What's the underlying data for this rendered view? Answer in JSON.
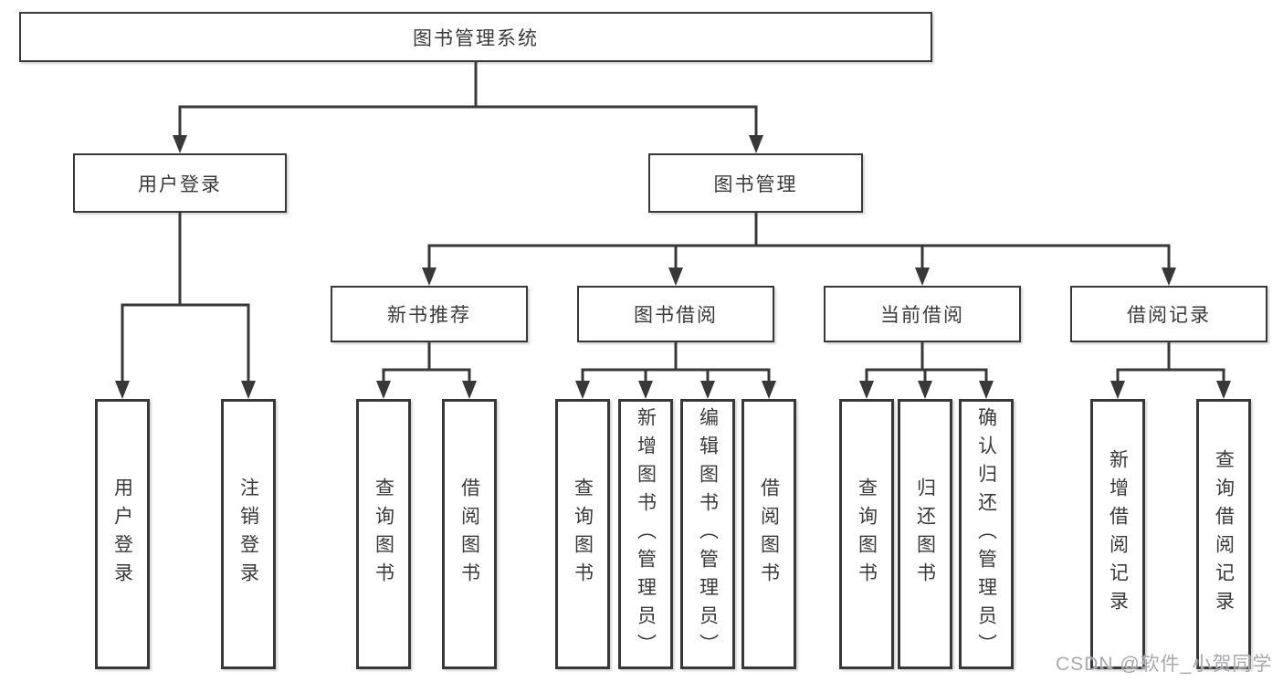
{
  "theme": {
    "canvas-bg": "#ffffff",
    "line-color": "#383838",
    "border-color": "#383838",
    "text-color": "#3a3a3a",
    "watermark-color": "#a9a9ad"
  },
  "diagram": {
    "root": {
      "label": "图书管理系统"
    },
    "level2": [
      {
        "label": "用户登录"
      },
      {
        "label": "图书管理"
      }
    ],
    "level3": [
      {
        "parent": "图书管理",
        "label": "新书推荐"
      },
      {
        "parent": "图书管理",
        "label": "图书借阅"
      },
      {
        "parent": "图书管理",
        "label": "当前借阅"
      },
      {
        "parent": "图书管理",
        "label": "借阅记录"
      }
    ],
    "leaves": [
      {
        "parent": "用户登录",
        "label": "用户登录"
      },
      {
        "parent": "用户登录",
        "label": "注销登录"
      },
      {
        "parent": "新书推荐",
        "label": "查询图书"
      },
      {
        "parent": "新书推荐",
        "label": "借阅图书"
      },
      {
        "parent": "图书借阅",
        "label": "查询图书"
      },
      {
        "parent": "图书借阅",
        "label": "新增图书（管理员）"
      },
      {
        "parent": "图书借阅",
        "label": "编辑图书（管理员）"
      },
      {
        "parent": "图书借阅",
        "label": "借阅图书"
      },
      {
        "parent": "当前借阅",
        "label": "查询图书"
      },
      {
        "parent": "当前借阅",
        "label": "归还图书"
      },
      {
        "parent": "当前借阅",
        "label": "确认归还（管理员）"
      },
      {
        "parent": "借阅记录",
        "label": "新增借阅记录"
      },
      {
        "parent": "借阅记录",
        "label": "查询借阅记录"
      }
    ]
  },
  "watermark": {
    "text": "CSDN @软件_小贺同学"
  }
}
